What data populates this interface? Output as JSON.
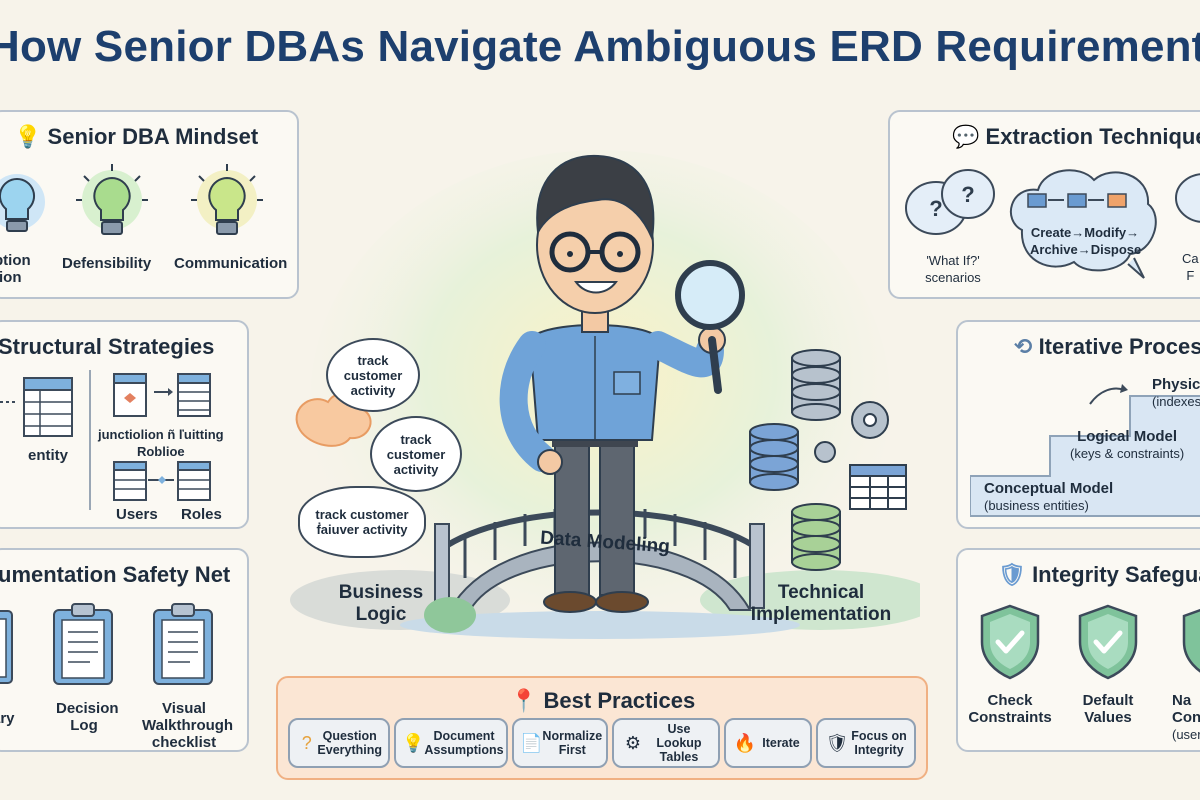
{
  "title": "How Senior DBAs Navigate Ambiguous ERD Requirements",
  "mindset": {
    "title": "Senior DBA Mindset",
    "items": [
      {
        "label": "Assumption Validation",
        "icon": "lightbulb-icon"
      },
      {
        "label": "Defensibility",
        "icon": "lightbulb-icon"
      },
      {
        "label": "Communication",
        "icon": "lightbulb-icon"
      }
    ],
    "visible_fragments": [
      "ption",
      "tion"
    ]
  },
  "structural": {
    "title": "Structural Strategies",
    "items": [
      {
        "label": "entity"
      },
      {
        "label": "junctiolion ñ ľuitting",
        "sublabel": "Roblioe"
      },
      {
        "label": "Users"
      },
      {
        "label": "Roles"
      }
    ]
  },
  "documentation": {
    "title": "Documentation Safety Net",
    "visible_title": "umentation Safety Net",
    "items": [
      {
        "label": "Glossary",
        "visible": "ary"
      },
      {
        "label": "Decision Log"
      },
      {
        "label": "Visual Walkthrough checklist"
      }
    ]
  },
  "extraction": {
    "title": "Extraction Techniques",
    "visible_title": "Extraction Technique",
    "items": [
      {
        "label": "'What If?' scenarios"
      },
      {
        "label": "Create→Modify→ Archive→Dispose"
      },
      {
        "label": "Ca...",
        "visible": "Ca"
      }
    ]
  },
  "iterative": {
    "title": "Iterative Process",
    "visible_title": "Iterative Proces",
    "steps": [
      {
        "label": "Conceptual Model",
        "detail": "(business entities)"
      },
      {
        "label": "Logical Model",
        "detail": "(keys & constraints)"
      },
      {
        "label": "Physic",
        "detail": "(indexes"
      }
    ]
  },
  "integrity": {
    "title": "Integrity Safeguards",
    "visible_title": "Integrity Safegua",
    "items": [
      {
        "label": "Check Constraints"
      },
      {
        "label": "Default Values"
      },
      {
        "label": "Na Conv",
        "detail": "(user_id"
      }
    ]
  },
  "center": {
    "bubbles": [
      "track customer activity",
      "track customer activity",
      "track customer ḟaiuver activity"
    ],
    "bridge_label": "Data Modeling",
    "left_label": "Business Logic",
    "right_label": "Technical Implementation"
  },
  "best_practices": {
    "title": "Best Practices",
    "items": [
      {
        "label": "Question Everything",
        "icon": "?"
      },
      {
        "label": "Document Assumptions",
        "icon": "💡"
      },
      {
        "label": "Normalize First",
        "icon": "📄"
      },
      {
        "label": "Use Lookup Tables",
        "icon": "⚙"
      },
      {
        "label": "Iterate",
        "icon": "🔥"
      },
      {
        "label": "Focus on Integrity",
        "icon": "🛡"
      }
    ]
  },
  "colors": {
    "title": "#1d3f6e",
    "panel_border": "#b9c3cf",
    "accent_orange": "#f3b07a",
    "accent_green": "#8fc79a",
    "accent_blue": "#6a9bd1"
  }
}
